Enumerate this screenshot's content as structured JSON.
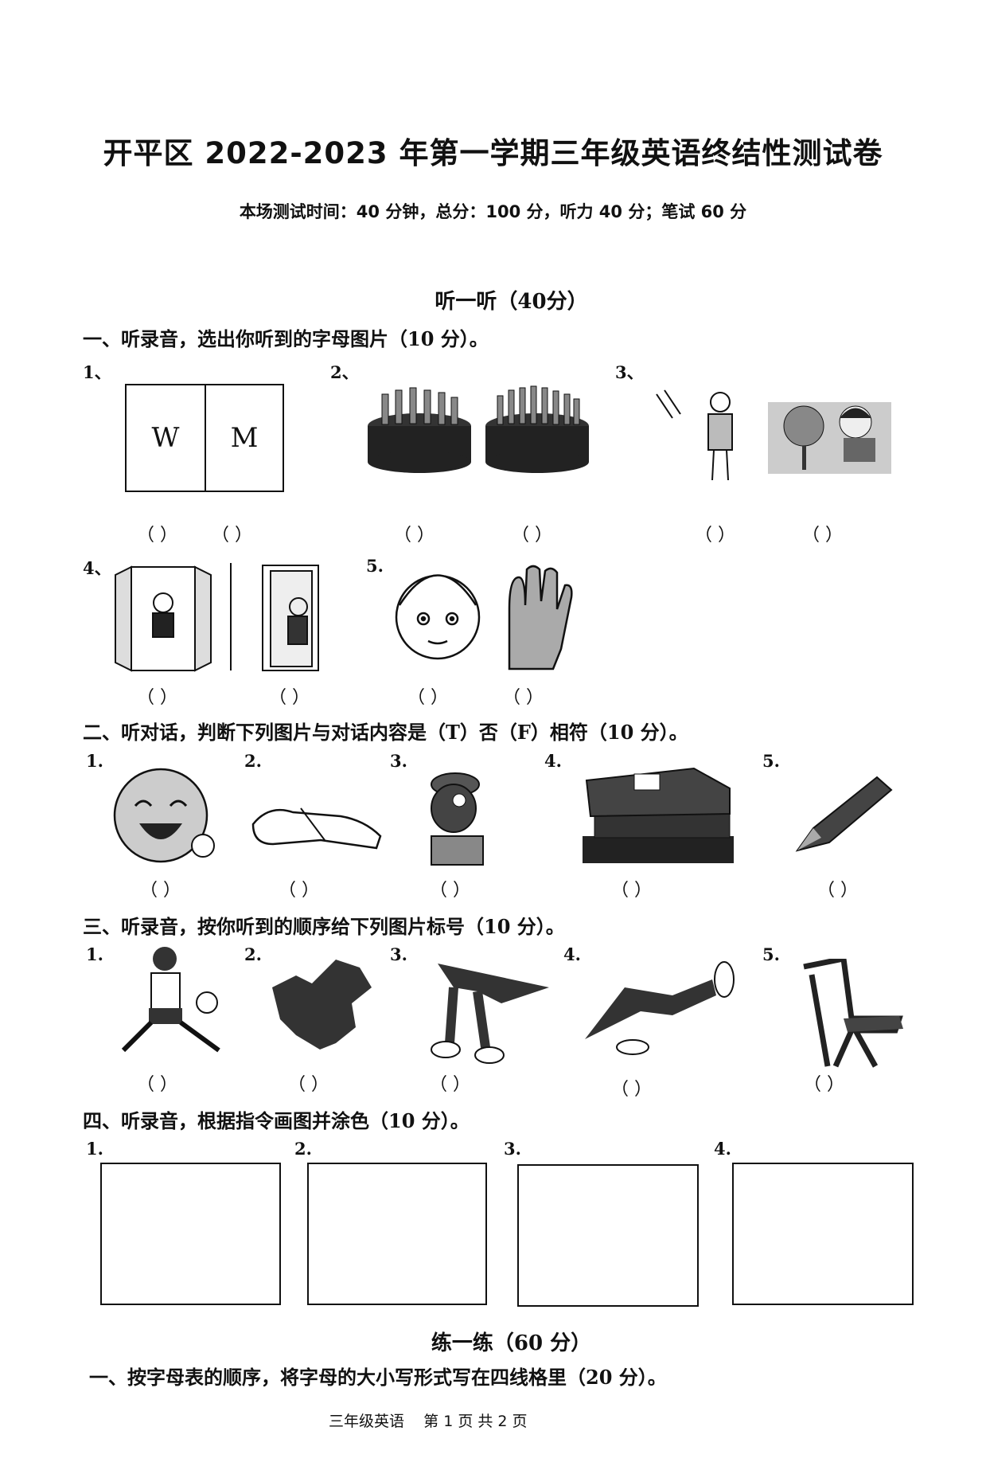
{
  "header": {
    "title": "开平区 2022-2023 年第一学期三年级英语终结性测试卷",
    "subtitle": "本场测试时间：40 分钟，总分：100 分，听力 40 分；笔试 60 分"
  },
  "listening": {
    "heading": "听一听（40分）",
    "q1": {
      "instruction": "一、听录音，选出你听到的字母图片（10 分）。",
      "numbers": [
        "1、",
        "2、",
        "3、",
        "4、",
        "5."
      ],
      "letters": [
        "W",
        "M"
      ],
      "bracket": "（    ）"
    },
    "q2": {
      "instruction": "二、听对话，判断下列图片与对话内容是（T）否（F）相符（10 分）。",
      "numbers": [
        "1.",
        "2.",
        "3.",
        "4.",
        "5."
      ]
    },
    "q3": {
      "instruction": "三、听录音，按你听到的顺序给下列图片标号（10 分）。",
      "numbers": [
        "1.",
        "2.",
        "3.",
        "4.",
        "5."
      ]
    },
    "q4": {
      "instruction": "四、听录音，根据指令画图并涂色（10 分）。",
      "numbers": [
        "1.",
        "2.",
        "3.",
        "4."
      ]
    }
  },
  "writing": {
    "heading": "练一练（60 分）",
    "q1": {
      "instruction": "一、按字母表的顺序，将字母的大小写形式写在四线格里（20 分）。"
    }
  },
  "footer": {
    "text": "三年级英语    第 1 页 共 2 页"
  }
}
